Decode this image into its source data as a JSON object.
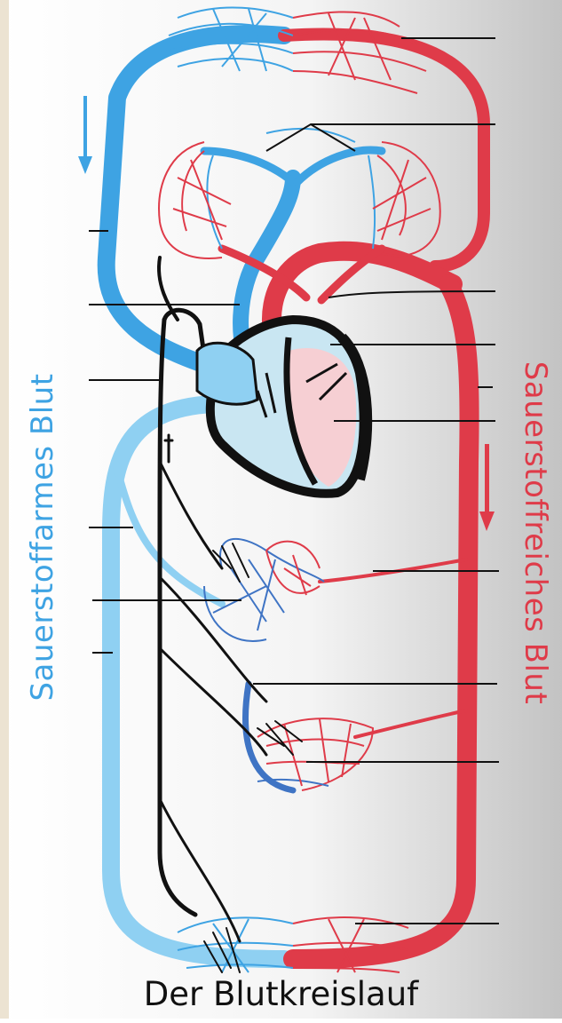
{
  "caption": "Der Blutkreislauf",
  "side_labels": {
    "oxygen_poor": "Sauerstoffarmes Blut",
    "oxygen_rich": "Sauerstoffreiches Blut"
  },
  "colors": {
    "oxygen_poor": "#3ea3e3",
    "oxygen_poor_light": "#8fd0f2",
    "oxygen_rich": "#df3b49",
    "oxygen_rich_light": "#f2a7ae",
    "lymph": "#111111",
    "left_strip": "#ece3d2"
  },
  "labels_blank": true
}
